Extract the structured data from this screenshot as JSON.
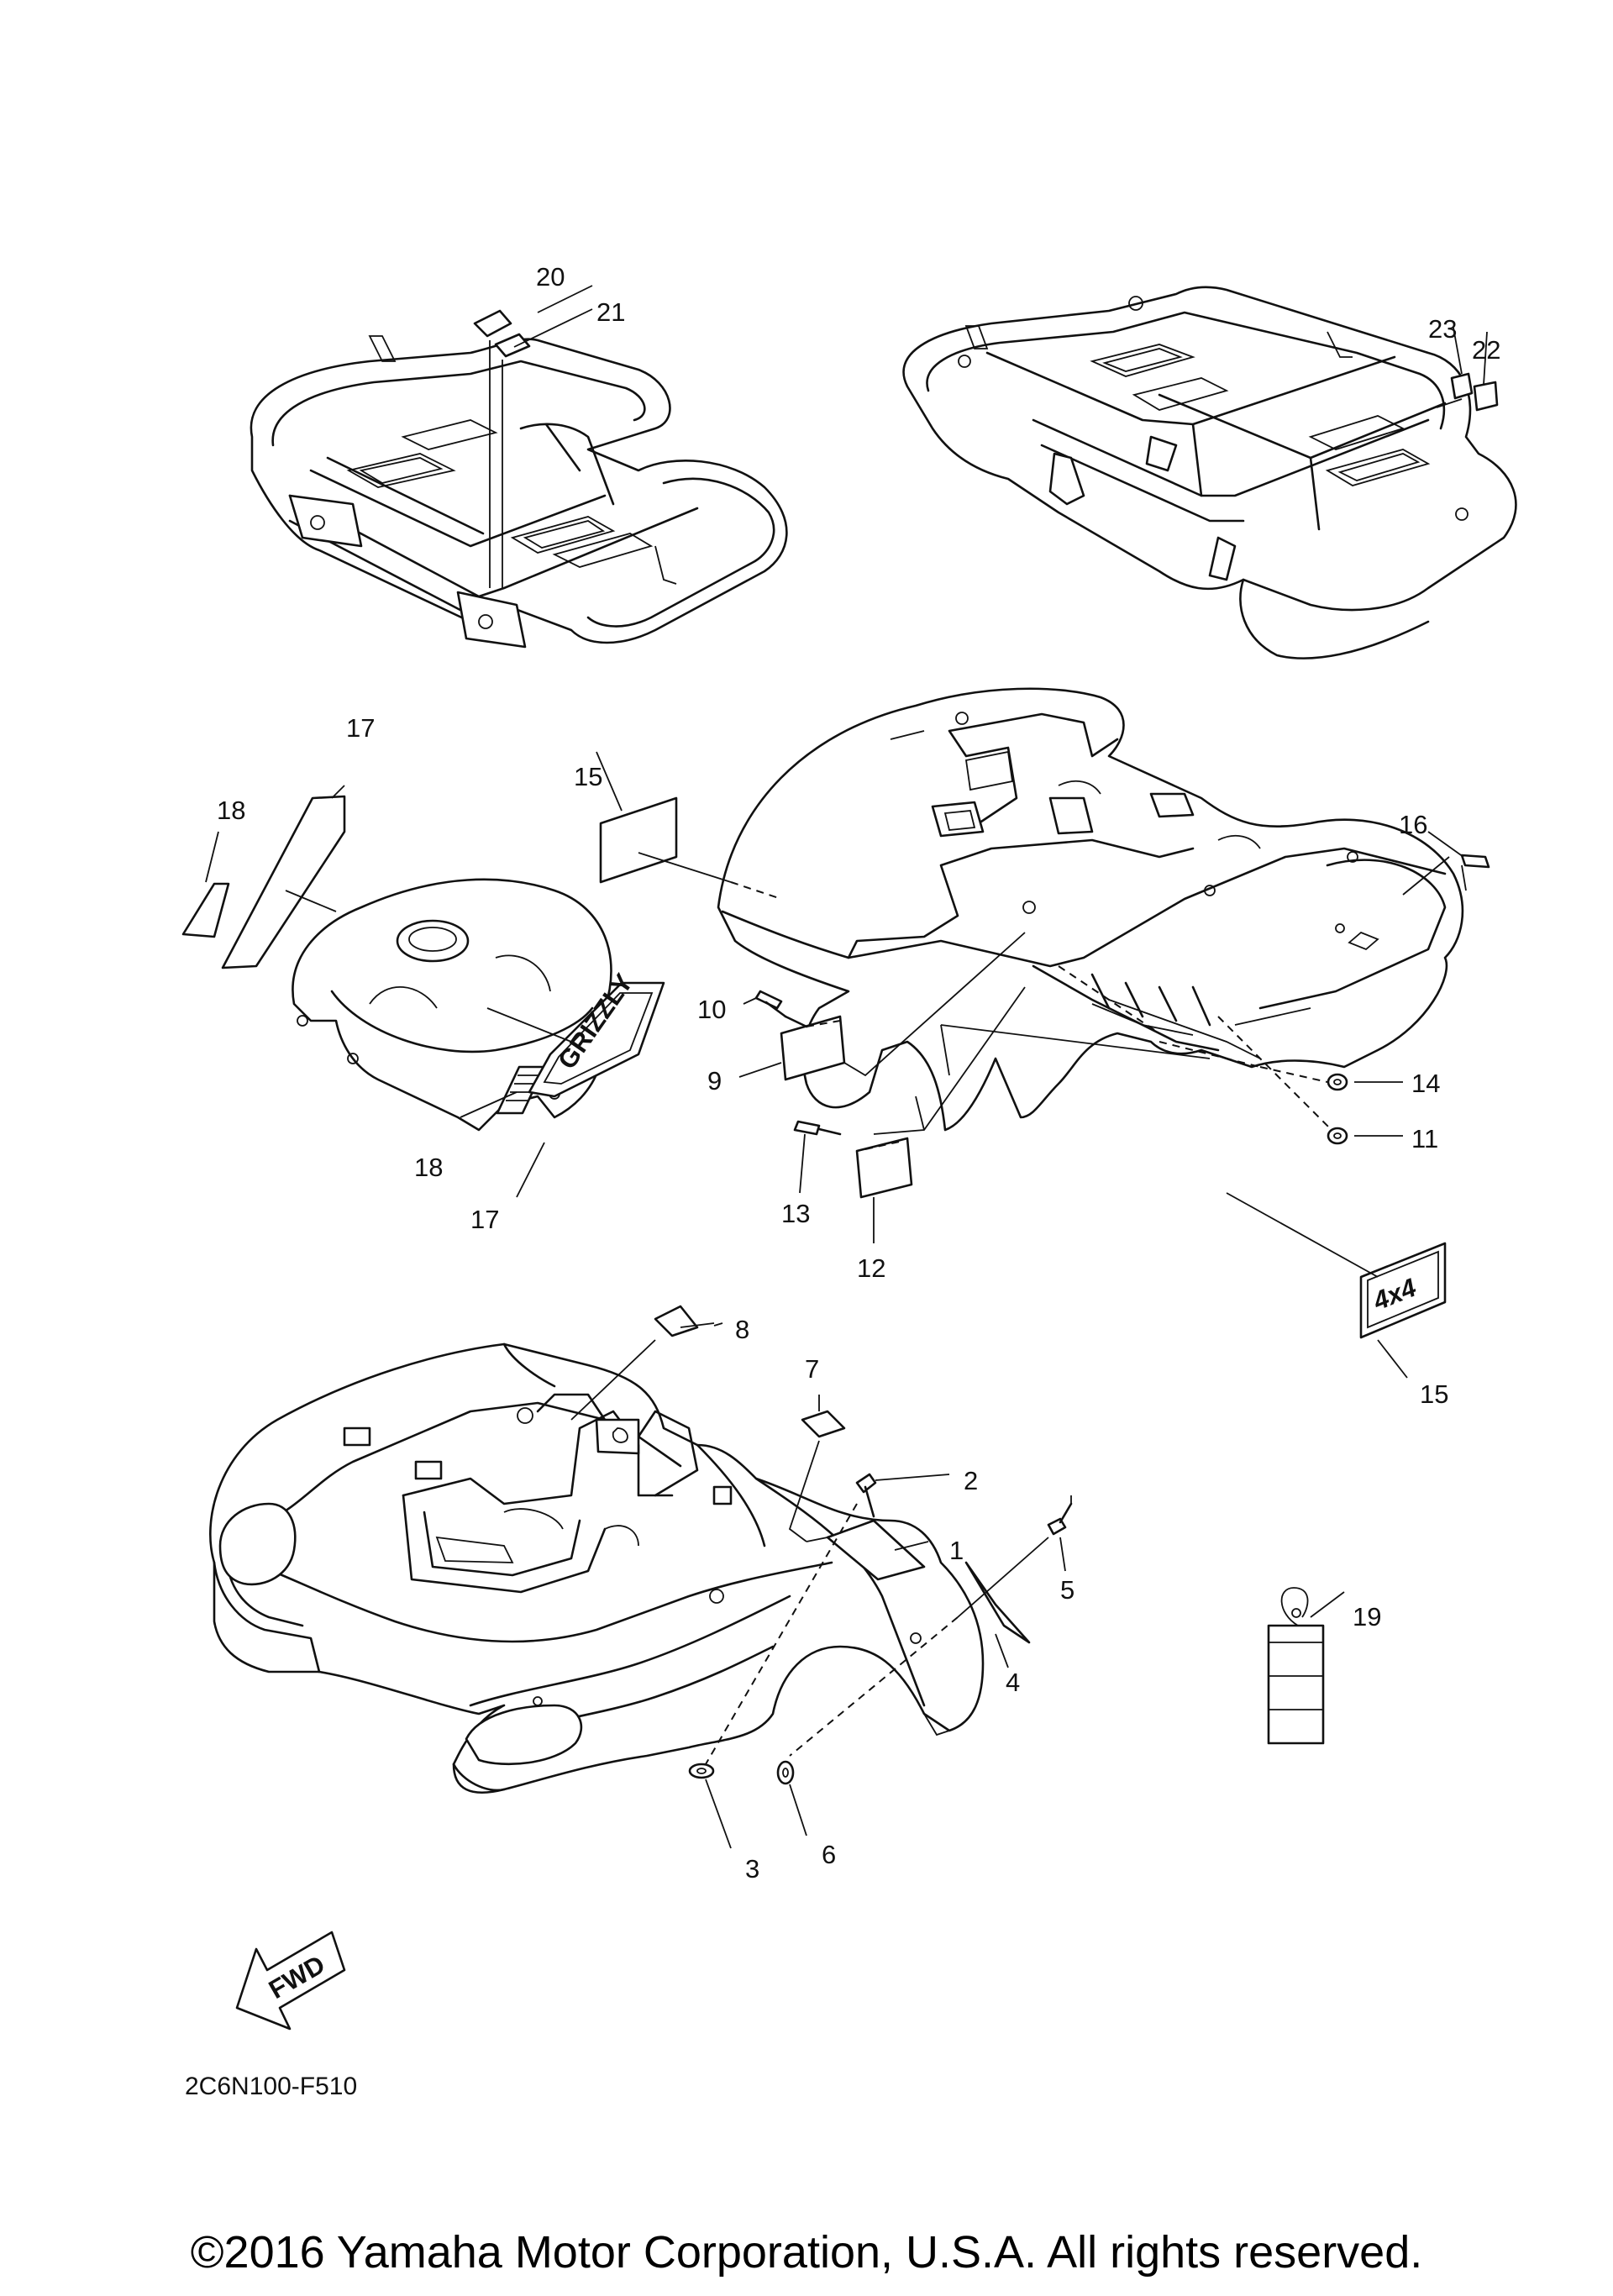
{
  "diagram": {
    "callouts": {
      "c1": "1",
      "c2": "2",
      "c3": "3",
      "c4": "4",
      "c5": "5",
      "c6": "6",
      "c7": "7",
      "c8": "8",
      "c9": "9",
      "c10": "10",
      "c11": "11",
      "c12": "12",
      "c13": "13",
      "c14": "14",
      "c15a": "15",
      "c15b": "15",
      "c16": "16",
      "c17a": "17",
      "c17b": "17",
      "c18a": "18",
      "c18b": "18",
      "c19": "19",
      "c20": "20",
      "c21": "21",
      "c22": "22",
      "c23": "23"
    },
    "emblems": {
      "fwd": "FWD",
      "grizzly": "GRIZZLY",
      "four_by_four": "4x4"
    },
    "drawing_code": "2C6N100-F510"
  },
  "footer": {
    "copyright": "©2016 Yamaha Motor Corporation, U.S.A. All rights reserved."
  }
}
